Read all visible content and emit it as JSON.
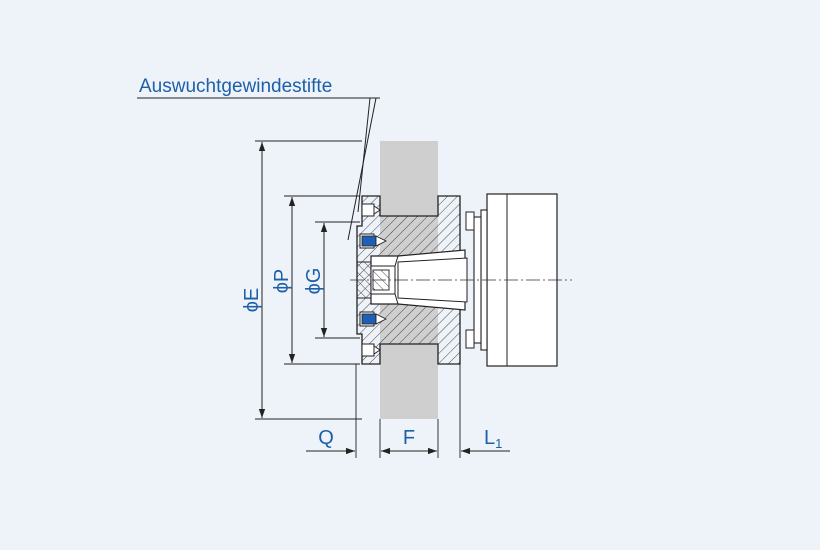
{
  "callout": {
    "label": "Auswuchtgewindestifte"
  },
  "dimensions": {
    "dia_e": "ϕE",
    "dia_p": "ϕP",
    "dia_g": "ϕG",
    "q": "Q",
    "f": "F",
    "l1": "L",
    "l1_sub": "1"
  },
  "colors": {
    "background": "#eef3fa",
    "line": "#222222",
    "dimension_text": "#1d5fa8",
    "plate": "#cfcfcf",
    "screw": "#1f5fb4",
    "motor": "#ffffff"
  }
}
